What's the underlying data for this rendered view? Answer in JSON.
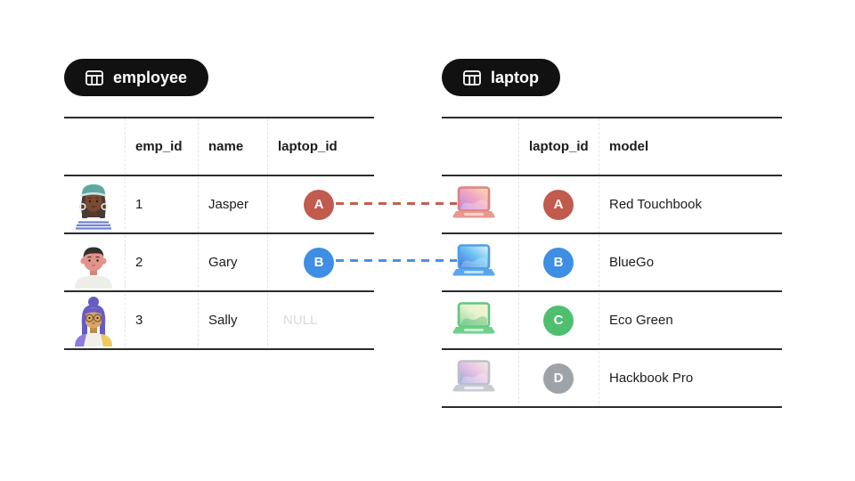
{
  "employee_table": {
    "title": "employee",
    "columns": [
      "emp_id",
      "name",
      "laptop_id"
    ],
    "rows": [
      {
        "avatar": "avatar-jasper",
        "emp_id": "1",
        "name": "Jasper",
        "laptop_id": "A"
      },
      {
        "avatar": "avatar-gary",
        "emp_id": "2",
        "name": "Gary",
        "laptop_id": "B"
      },
      {
        "avatar": "avatar-sally",
        "emp_id": "3",
        "name": "Sally",
        "laptop_id": "NULL"
      }
    ]
  },
  "laptop_table": {
    "title": "laptop",
    "columns": [
      "laptop_id",
      "model"
    ],
    "rows": [
      {
        "icon": "laptop-red-icon",
        "laptop_id": "A",
        "model": "Red Touchbook"
      },
      {
        "icon": "laptop-blue-icon",
        "laptop_id": "B",
        "model": "BlueGo"
      },
      {
        "icon": "laptop-green-icon",
        "laptop_id": "C",
        "model": "Eco Green"
      },
      {
        "icon": "laptop-gray-icon",
        "laptop_id": "D",
        "model": "Hackbook Pro"
      }
    ]
  },
  "relations": [
    {
      "from_employee_laptop_id": "A",
      "to_laptop_id": "A",
      "color": "#c1604f"
    },
    {
      "from_employee_laptop_id": "B",
      "to_laptop_id": "B",
      "color": "#4a90e2"
    }
  ],
  "colors": {
    "badge_background": "#111111",
    "key_a": "#c15b4d",
    "key_b": "#3e8ee3",
    "key_c": "#4fbf6f",
    "key_d": "#9ea3a9",
    "null_text": "#d9d9d9",
    "table_border": "#2c2c2c",
    "column_divider": "#e3e3e3"
  }
}
